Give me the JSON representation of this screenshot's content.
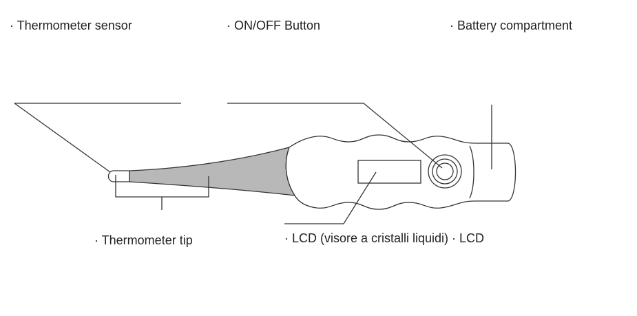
{
  "labels": {
    "sensor": "· Thermometer sensor",
    "button": "· ON/OFF Button",
    "battery": "· Battery compartment",
    "tip": "· Thermometer tip",
    "lcd": "· LCD (visore a cristalli liquidi) · LCD"
  },
  "colors": {
    "stroke": "#333333",
    "probe_fill": "#b8b8b8",
    "background": "#ffffff"
  }
}
